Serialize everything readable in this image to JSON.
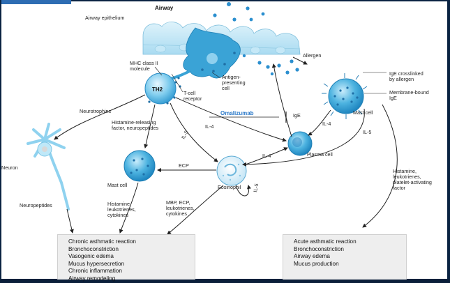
{
  "labels": {
    "airway": "Airway",
    "airway_epithelium": "Airway epithelium",
    "allergen": "Allergen",
    "mhc_line1": "MHC class II",
    "mhc_line2": "molecule",
    "apc_line1": "Antigen-",
    "apc_line2": "presenting",
    "apc_line3": "cell",
    "tcell_line1": "T-cell",
    "tcell_line2": "receptor",
    "th2": "TH2",
    "ige_crosslinked_line1": "IgE crosslinked",
    "ige_crosslinked_line2": "by allergen",
    "membrane_bound_line1": "Membrane-bound",
    "membrane_bound_line2": "IgE",
    "mast_cell": "Mast cell",
    "omalizumab": "Omalizumab",
    "ige": "IgE",
    "neurotrophins": "Neurotrophins",
    "hist_releasing_line1": "Histamine-releasing",
    "hist_releasing_line2": "factor, neuropeptides",
    "il4": "IL-4",
    "il5": "IL-5",
    "plasma_cell": "Plasma cell",
    "ecp": "ECP",
    "eosinophil": "Eosinophil",
    "neuron": "Neuron",
    "neuropeptides": "Neuropeptides",
    "mast_products_line1": "Histamine,",
    "mast_products_line2": "leukotrienes,",
    "mast_products_line3": "cytokines",
    "eos_products_line1": "MBP, ECP,",
    "eos_products_line2": "leukotrienes,",
    "eos_products_line3": "cytokines",
    "mast_mediators_line1": "Histamine,",
    "mast_mediators_line2": "leukotrienes,",
    "mast_mediators_line3": "platelet-activating",
    "mast_mediators_line4": "factor"
  },
  "chronic": [
    "Chronic asthmatic reaction",
    "Bronchoconstriction",
    "Vasogenic edema",
    "Mucus hypersecretion",
    "Chronic inflammation",
    "Airway remodeling"
  ],
  "acute": [
    "Acute asthmatic reaction",
    "Bronchoconstriction",
    "Airway edema",
    "Mucus production"
  ],
  "colors": {
    "cell_blue": "#4db3e0",
    "omalizumab_text": "#2a78c8",
    "box_bg": "#eeeeee",
    "frame": "#0a2342"
  }
}
